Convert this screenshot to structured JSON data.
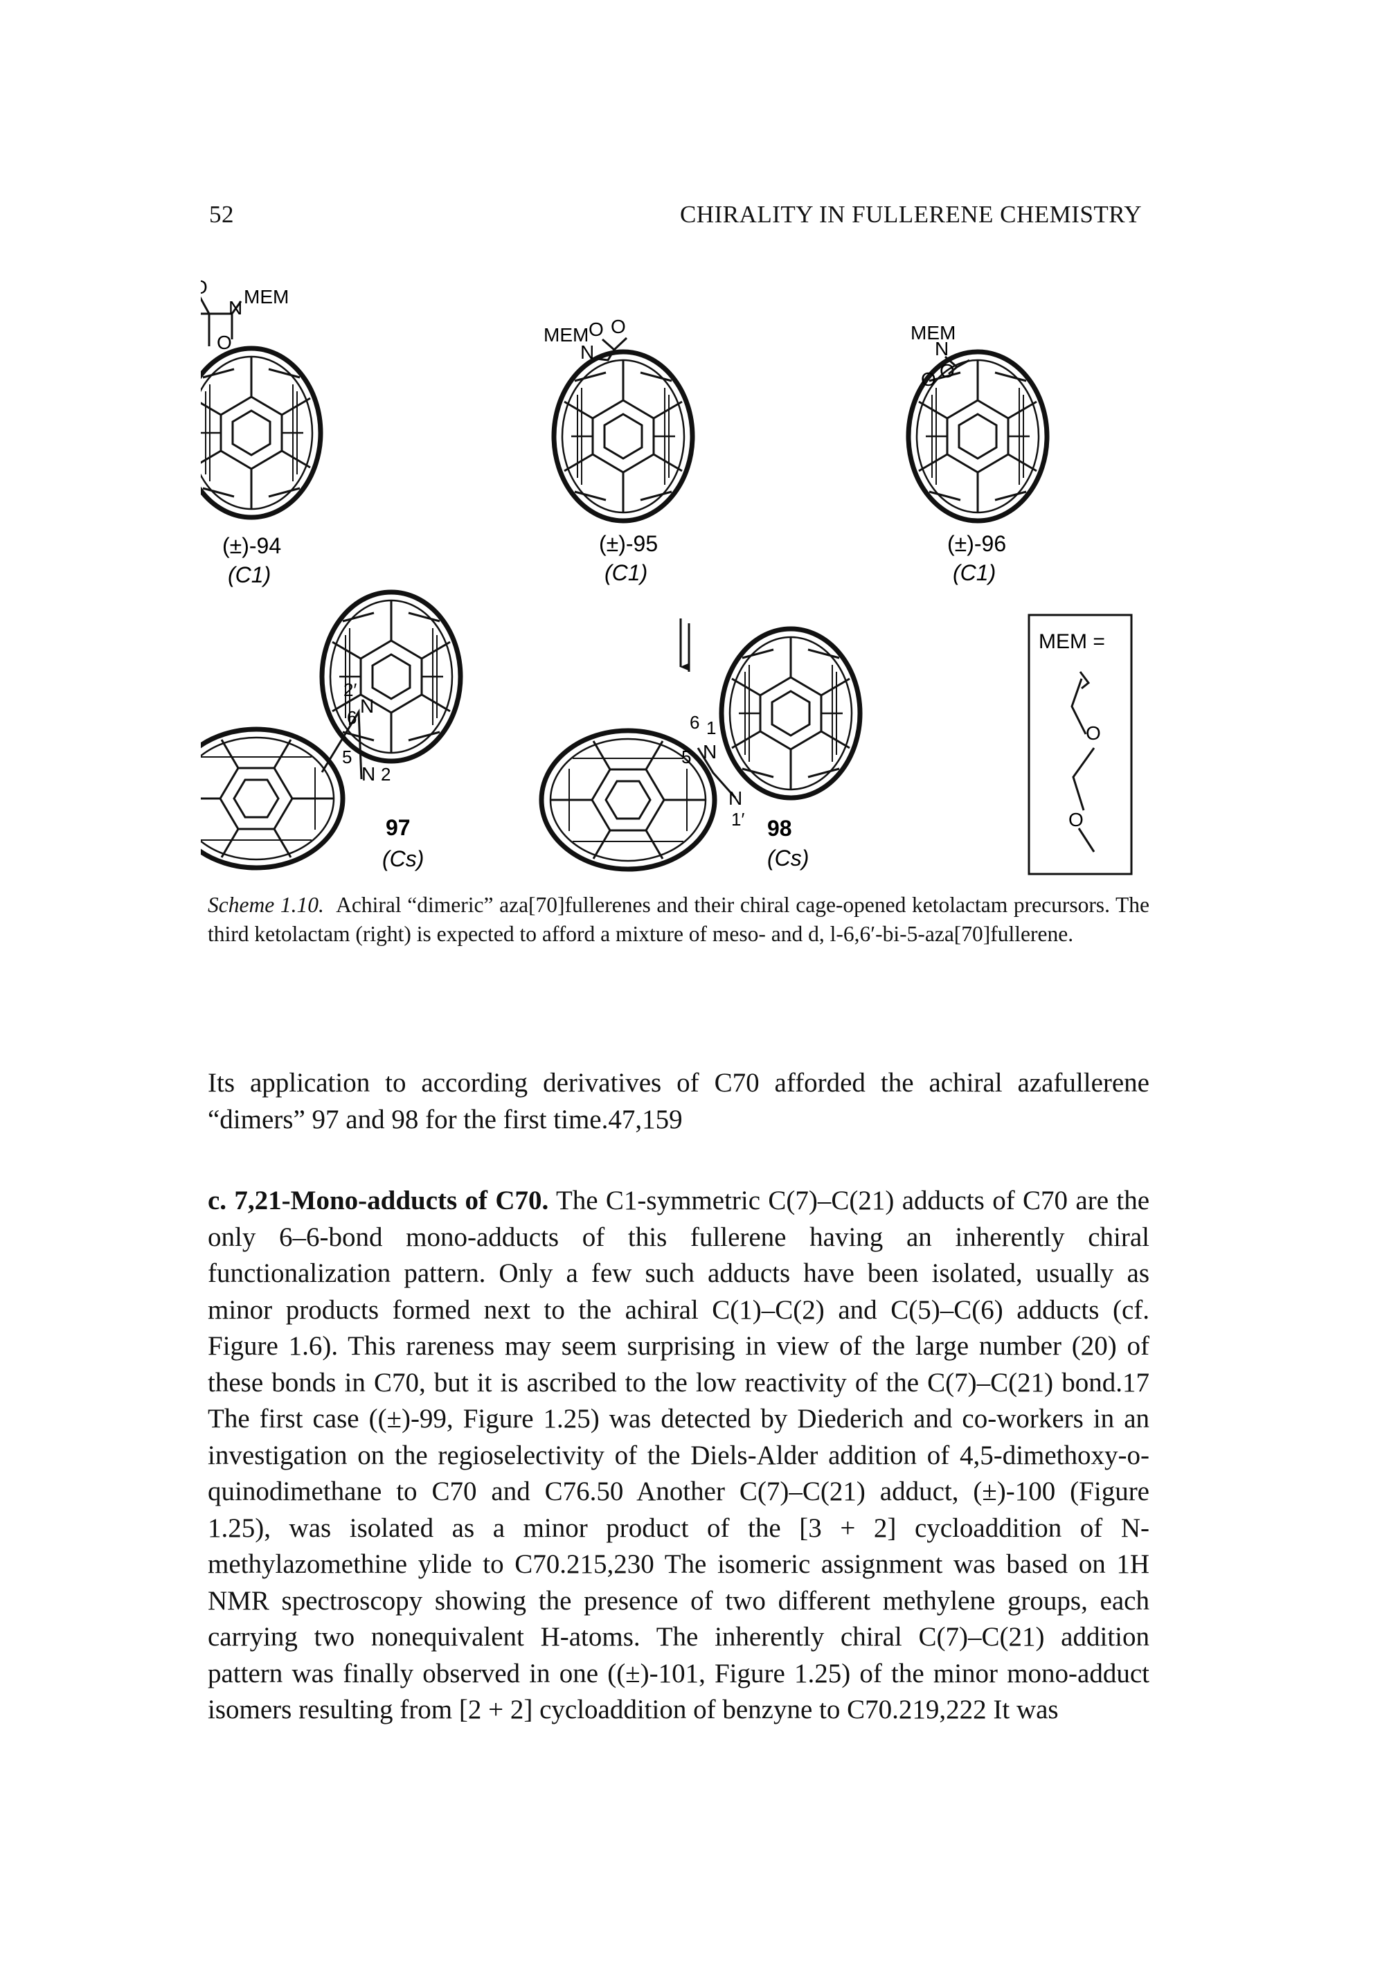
{
  "header": {
    "page_number": "52",
    "running_head": "CHIRALITY IN FULLERENE CHEMISTRY"
  },
  "scheme": {
    "compounds": [
      {
        "label": "(±)-94",
        "symmetry": "(C1)",
        "substituent": "MEM",
        "atoms": [
          "O",
          "N",
          "O"
        ]
      },
      {
        "label": "(±)-95",
        "symmetry": "(C1)",
        "substituent": "MEM",
        "atoms": [
          "O",
          "O",
          "N"
        ]
      },
      {
        "label": "(±)-96",
        "symmetry": "(C1)",
        "substituent": "MEM",
        "atoms": [
          "N",
          "O",
          "O"
        ]
      },
      {
        "label": "97",
        "symmetry": "(Cs)",
        "locants": [
          "2′",
          "6",
          "5",
          "N",
          "2"
        ]
      },
      {
        "label": "98",
        "symmetry": "(Cs)",
        "locants": [
          "6",
          "1",
          "5",
          "N",
          "N",
          "1′"
        ]
      }
    ],
    "mem_box": {
      "label": "MEM =",
      "atoms": [
        "O",
        "O"
      ]
    }
  },
  "caption": {
    "label": "Scheme 1.10.",
    "text": "Achiral “dimeric” aza[70]fullerenes and their chiral cage-opened ketolactam precursors. The third ketolactam (right) is expected to afford a mixture of meso- and d, l-6,6′-bi-5-aza[70]fullerene."
  },
  "body": {
    "p1": "Its application to according derivatives of C70 afforded the achiral azafullerene “dimers” 97 and 98 for the first time.47,159",
    "p2_heading": "c. 7,21-Mono-adducts of C70.",
    "p2": "The C1-symmetric C(7)–C(21) adducts of C70 are the only 6–6-bond mono-adducts of this fullerene having an inherently chiral functionalization pattern. Only a few such adducts have been isolated, usually as minor products formed next to the achiral C(1)–C(2) and C(5)–C(6) adducts (cf. Figure 1.6). This rareness may seem surprising in view of the large number (20) of these bonds in C70, but it is ascribed to the low reactivity of the C(7)–C(21) bond.17 The first case ((±)-99, Figure 1.25) was detected by Diederich and co-workers in an investigation on the regioselectivity of the Diels-Alder addition of 4,5-dimethoxy-o-quinodimethane to C70 and C76.50 Another C(7)–C(21) adduct, (±)-100 (Figure 1.25), was isolated as a minor product of the [3 + 2] cycloaddition of N-methylazomethine ylide to C70.215,230 The isomeric assignment was based on 1H NMR spectroscopy showing the presence of two different methylene groups, each carrying two nonequivalent H-atoms. The inherently chiral C(7)–C(21) addition pattern was finally observed in one ((±)-101, Figure 1.25) of the minor mono-adduct isomers resulting from [2 + 2] cycloaddition of benzyne to C70.219,222 It was"
  }
}
